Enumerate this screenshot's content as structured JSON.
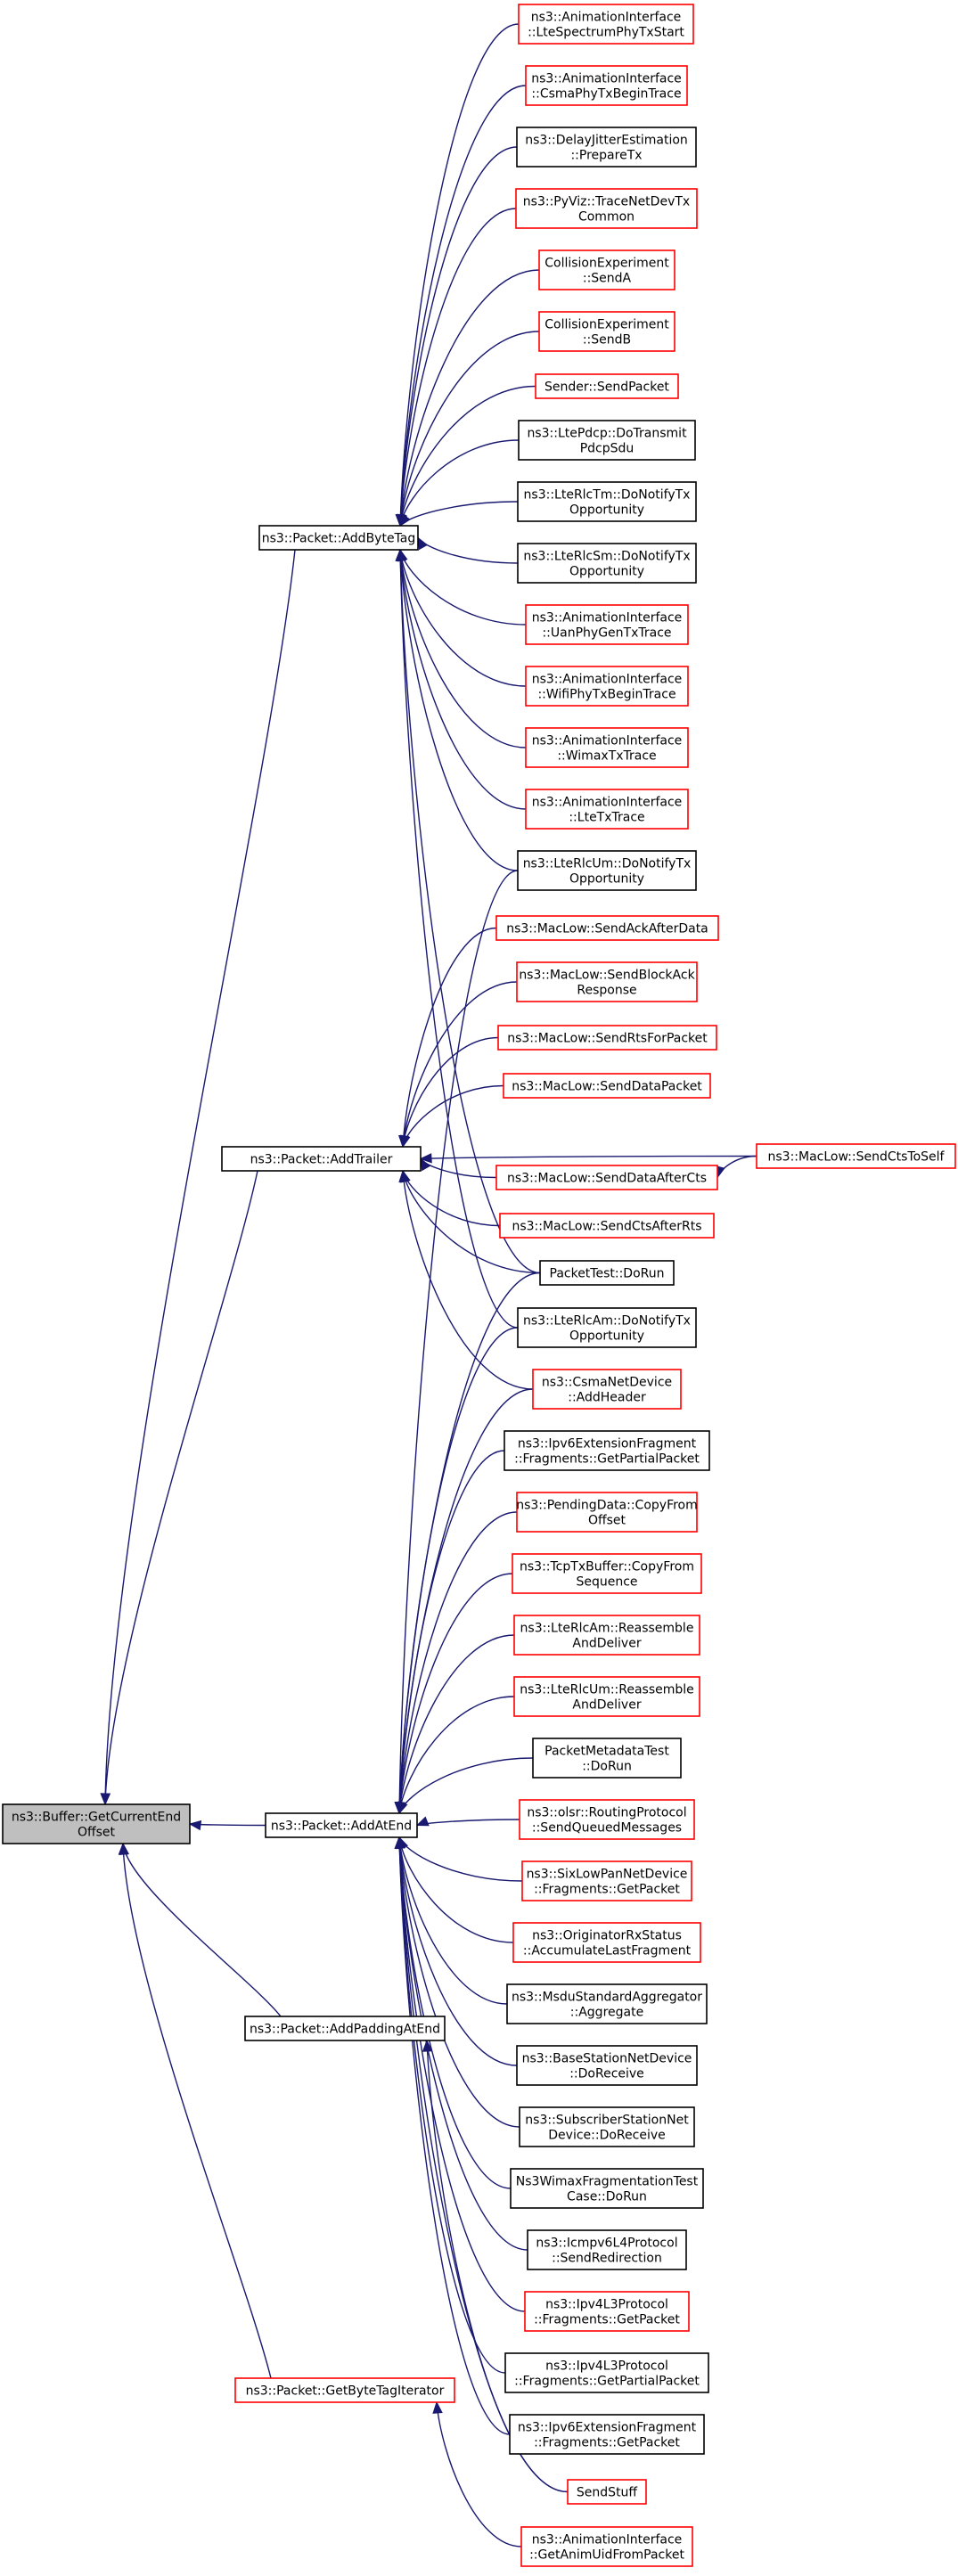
{
  "diagram": {
    "type": "call-graph",
    "colors": {
      "edge": "#191970",
      "red_border": "#ff0000",
      "black_border": "#000000",
      "root_fill": "#bfbfbf"
    },
    "nodes": [
      {
        "id": "root",
        "lines": [
          "ns3::Buffer::GetCurrentEnd",
          "Offset"
        ],
        "style": "root"
      },
      {
        "id": "addbytetag",
        "lines": [
          "ns3::Packet::AddByteTag"
        ],
        "style": "black"
      },
      {
        "id": "addtrailer",
        "lines": [
          "ns3::Packet::AddTrailer"
        ],
        "style": "black"
      },
      {
        "id": "addatend",
        "lines": [
          "ns3::Packet::AddAtEnd"
        ],
        "style": "black"
      },
      {
        "id": "addpaddingatend",
        "lines": [
          "ns3::Packet::AddPaddingAtEnd"
        ],
        "style": "black"
      },
      {
        "id": "getbytetagiterator",
        "lines": [
          "ns3::Packet::GetByteTagIterator"
        ],
        "style": "red"
      },
      {
        "id": "lte_spectrum",
        "lines": [
          "ns3::AnimationInterface",
          "::LteSpectrumPhyTxStart"
        ],
        "style": "red"
      },
      {
        "id": "csma_phy",
        "lines": [
          "ns3::AnimationInterface",
          "::CsmaPhyTxBeginTrace"
        ],
        "style": "red"
      },
      {
        "id": "delayjitter",
        "lines": [
          "ns3::DelayJitterEstimation",
          "::PrepareTx"
        ],
        "style": "black"
      },
      {
        "id": "pyviz",
        "lines": [
          "ns3::PyViz::TraceNetDevTx",
          "Common"
        ],
        "style": "red"
      },
      {
        "id": "collision_a",
        "lines": [
          "CollisionExperiment",
          "::SendA"
        ],
        "style": "red"
      },
      {
        "id": "collision_b",
        "lines": [
          "CollisionExperiment",
          "::SendB"
        ],
        "style": "red"
      },
      {
        "id": "sender_sendpacket",
        "lines": [
          "Sender::SendPacket"
        ],
        "style": "red"
      },
      {
        "id": "ltepdcp",
        "lines": [
          "ns3::LtePdcp::DoTransmit",
          "PdcpSdu"
        ],
        "style": "black"
      },
      {
        "id": "lterlctm",
        "lines": [
          "ns3::LteRlcTm::DoNotifyTx",
          "Opportunity"
        ],
        "style": "black"
      },
      {
        "id": "lterlcsm",
        "lines": [
          "ns3::LteRlcSm::DoNotifyTx",
          "Opportunity"
        ],
        "style": "black"
      },
      {
        "id": "uanphy",
        "lines": [
          "ns3::AnimationInterface",
          "::UanPhyGenTxTrace"
        ],
        "style": "red"
      },
      {
        "id": "wifiphy",
        "lines": [
          "ns3::AnimationInterface",
          "::WifiPhyTxBeginTrace"
        ],
        "style": "red"
      },
      {
        "id": "wimaxtx",
        "lines": [
          "ns3::AnimationInterface",
          "::WimaxTxTrace"
        ],
        "style": "red"
      },
      {
        "id": "ltetx",
        "lines": [
          "ns3::AnimationInterface",
          "::LteTxTrace"
        ],
        "style": "red"
      },
      {
        "id": "lterlcum",
        "lines": [
          "ns3::LteRlcUm::DoNotifyTx",
          "Opportunity"
        ],
        "style": "black"
      },
      {
        "id": "sendackafterdata",
        "lines": [
          "ns3::MacLow::SendAckAfterData"
        ],
        "style": "red"
      },
      {
        "id": "sendblockack",
        "lines": [
          "ns3::MacLow::SendBlockAck",
          "Response"
        ],
        "style": "red"
      },
      {
        "id": "sendrtsforpacket",
        "lines": [
          "ns3::MacLow::SendRtsForPacket"
        ],
        "style": "red"
      },
      {
        "id": "senddatapacket",
        "lines": [
          "ns3::MacLow::SendDataPacket"
        ],
        "style": "red"
      },
      {
        "id": "senddataaftercts",
        "lines": [
          "ns3::MacLow::SendDataAfterCts"
        ],
        "style": "red"
      },
      {
        "id": "sendctstoself",
        "lines": [
          "ns3::MacLow::SendCtsToSelf"
        ],
        "style": "red"
      },
      {
        "id": "sendctsafterrts",
        "lines": [
          "ns3::MacLow::SendCtsAfterRts"
        ],
        "style": "red"
      },
      {
        "id": "packettest",
        "lines": [
          "PacketTest::DoRun"
        ],
        "style": "black"
      },
      {
        "id": "lterlcam",
        "lines": [
          "ns3::LteRlcAm::DoNotifyTx",
          "Opportunity"
        ],
        "style": "black"
      },
      {
        "id": "csmanetdevice",
        "lines": [
          "ns3::CsmaNetDevice",
          "::AddHeader"
        ],
        "style": "red"
      },
      {
        "id": "ipv6ext_partial",
        "lines": [
          "ns3::Ipv6ExtensionFragment",
          "::Fragments::GetPartialPacket"
        ],
        "style": "black"
      },
      {
        "id": "pendingdata",
        "lines": [
          "ns3::PendingData::CopyFrom",
          "Offset"
        ],
        "style": "red"
      },
      {
        "id": "tcptxbuffer",
        "lines": [
          "ns3::TcpTxBuffer::CopyFrom",
          "Sequence"
        ],
        "style": "red"
      },
      {
        "id": "lterlcam_reassemble",
        "lines": [
          "ns3::LteRlcAm::Reassemble",
          "AndDeliver"
        ],
        "style": "red"
      },
      {
        "id": "lterlcum_reassemble",
        "lines": [
          "ns3::LteRlcUm::Reassemble",
          "AndDeliver"
        ],
        "style": "red"
      },
      {
        "id": "packetmetadatatest",
        "lines": [
          "PacketMetadataTest",
          "::DoRun"
        ],
        "style": "black"
      },
      {
        "id": "olsr",
        "lines": [
          "ns3::olsr::RoutingProtocol",
          "::SendQueuedMessages"
        ],
        "style": "red"
      },
      {
        "id": "sixlowpan",
        "lines": [
          "ns3::SixLowPanNetDevice",
          "::Fragments::GetPacket"
        ],
        "style": "red"
      },
      {
        "id": "originatorrx",
        "lines": [
          "ns3::OriginatorRxStatus",
          "::AccumulateLastFragment"
        ],
        "style": "red"
      },
      {
        "id": "msdu",
        "lines": [
          "ns3::MsduStandardAggregator",
          "::Aggregate"
        ],
        "style": "black"
      },
      {
        "id": "basestation",
        "lines": [
          "ns3::BaseStationNetDevice",
          "::DoReceive"
        ],
        "style": "black"
      },
      {
        "id": "subscriber",
        "lines": [
          "ns3::SubscriberStationNet",
          "Device::DoReceive"
        ],
        "style": "black"
      },
      {
        "id": "wimaxfrag",
        "lines": [
          "Ns3WimaxFragmentationTest",
          "Case::DoRun"
        ],
        "style": "black"
      },
      {
        "id": "icmpv6",
        "lines": [
          "ns3::Icmpv6L4Protocol",
          "::SendRedirection"
        ],
        "style": "black"
      },
      {
        "id": "ipv4l3_getpacket",
        "lines": [
          "ns3::Ipv4L3Protocol",
          "::Fragments::GetPacket"
        ],
        "style": "red"
      },
      {
        "id": "ipv4l3_partial",
        "lines": [
          "ns3::Ipv4L3Protocol",
          "::Fragments::GetPartialPacket"
        ],
        "style": "black"
      },
      {
        "id": "ipv6ext_getpacket",
        "lines": [
          "ns3::Ipv6ExtensionFragment",
          "::Fragments::GetPacket"
        ],
        "style": "black"
      },
      {
        "id": "sendstuff",
        "lines": [
          "SendStuff"
        ],
        "style": "red"
      },
      {
        "id": "getanimuid",
        "lines": [
          "ns3::AnimationInterface",
          "::GetAnimUidFromPacket"
        ],
        "style": "red"
      }
    ],
    "edges": [
      [
        "addbytetag",
        "root"
      ],
      [
        "addtrailer",
        "root"
      ],
      [
        "addatend",
        "root"
      ],
      [
        "addpaddingatend",
        "root"
      ],
      [
        "getbytetagiterator",
        "root"
      ],
      [
        "lte_spectrum",
        "addbytetag"
      ],
      [
        "csma_phy",
        "addbytetag"
      ],
      [
        "delayjitter",
        "addbytetag"
      ],
      [
        "pyviz",
        "addbytetag"
      ],
      [
        "collision_a",
        "addbytetag"
      ],
      [
        "collision_b",
        "addbytetag"
      ],
      [
        "sender_sendpacket",
        "addbytetag"
      ],
      [
        "ltepdcp",
        "addbytetag"
      ],
      [
        "lterlctm",
        "addbytetag"
      ],
      [
        "lterlcsm",
        "addbytetag"
      ],
      [
        "uanphy",
        "addbytetag"
      ],
      [
        "wifiphy",
        "addbytetag"
      ],
      [
        "wimaxtx",
        "addbytetag"
      ],
      [
        "ltetx",
        "addbytetag"
      ],
      [
        "lterlcum",
        "addbytetag"
      ],
      [
        "packettest",
        "addbytetag"
      ],
      [
        "lterlcam",
        "addbytetag"
      ],
      [
        "sendackafterdata",
        "addtrailer"
      ],
      [
        "sendblockack",
        "addtrailer"
      ],
      [
        "sendrtsforpacket",
        "addtrailer"
      ],
      [
        "senddatapacket",
        "addtrailer"
      ],
      [
        "senddataaftercts",
        "addtrailer"
      ],
      [
        "sendctstoself",
        "addtrailer"
      ],
      [
        "sendctsafterrts",
        "addtrailer"
      ],
      [
        "packettest",
        "addtrailer"
      ],
      [
        "csmanetdevice",
        "addtrailer"
      ],
      [
        "sendctstoself",
        "senddataaftercts"
      ],
      [
        "lterlcum",
        "addatend"
      ],
      [
        "packettest",
        "addatend"
      ],
      [
        "lterlcam",
        "addatend"
      ],
      [
        "csmanetdevice",
        "addatend"
      ],
      [
        "ipv6ext_partial",
        "addatend"
      ],
      [
        "pendingdata",
        "addatend"
      ],
      [
        "tcptxbuffer",
        "addatend"
      ],
      [
        "lterlcam_reassemble",
        "addatend"
      ],
      [
        "lterlcum_reassemble",
        "addatend"
      ],
      [
        "packetmetadatatest",
        "addatend"
      ],
      [
        "olsr",
        "addatend"
      ],
      [
        "sixlowpan",
        "addatend"
      ],
      [
        "originatorrx",
        "addatend"
      ],
      [
        "msdu",
        "addatend"
      ],
      [
        "basestation",
        "addatend"
      ],
      [
        "subscriber",
        "addatend"
      ],
      [
        "wimaxfrag",
        "addatend"
      ],
      [
        "icmpv6",
        "addatend"
      ],
      [
        "ipv4l3_getpacket",
        "addatend"
      ],
      [
        "ipv4l3_partial",
        "addatend"
      ],
      [
        "ipv6ext_getpacket",
        "addatend"
      ],
      [
        "sendstuff",
        "addatend"
      ],
      [
        "sendstuff",
        "addpaddingatend"
      ],
      [
        "getanimuid",
        "getbytetagiterator"
      ]
    ]
  }
}
